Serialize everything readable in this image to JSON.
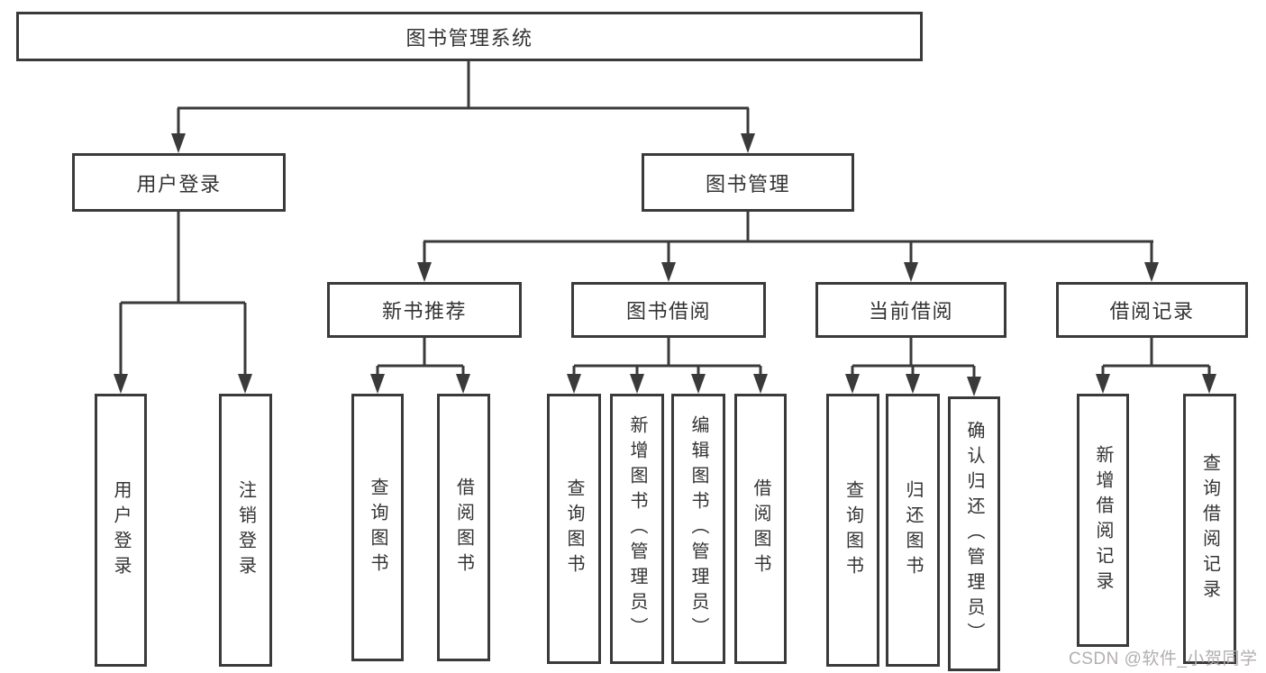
{
  "diagram": {
    "watermark": "CSDN @软件_小贺同学",
    "colors": {
      "line": "#3a3a3a",
      "border": "#3a3a3a",
      "text": "#333333",
      "background": "#ffffff",
      "watermark_color": "#b4aeae"
    },
    "tree": {
      "root": {
        "label": "图书管理系统"
      },
      "user": {
        "label": "用户登录",
        "children": [
          {
            "label": "用户登录"
          },
          {
            "label": "注销登录"
          }
        ]
      },
      "book": {
        "label": "图书管理",
        "groups": [
          {
            "label": "新书推荐",
            "children": [
              {
                "label": "查询图书"
              },
              {
                "label": "借阅图书"
              }
            ]
          },
          {
            "label": "图书借阅",
            "children": [
              {
                "label": "查询图书"
              },
              {
                "label": "新增图书（管理员）"
              },
              {
                "label": "编辑图书（管理员）"
              },
              {
                "label": "借阅图书"
              }
            ]
          },
          {
            "label": "当前借阅",
            "children": [
              {
                "label": "查询图书"
              },
              {
                "label": "归还图书"
              },
              {
                "label": "确认归还（管理员）"
              }
            ]
          },
          {
            "label": "借阅记录",
            "children": [
              {
                "label": "新增借阅记录"
              },
              {
                "label": "查询借阅记录"
              }
            ]
          }
        ]
      }
    }
  }
}
